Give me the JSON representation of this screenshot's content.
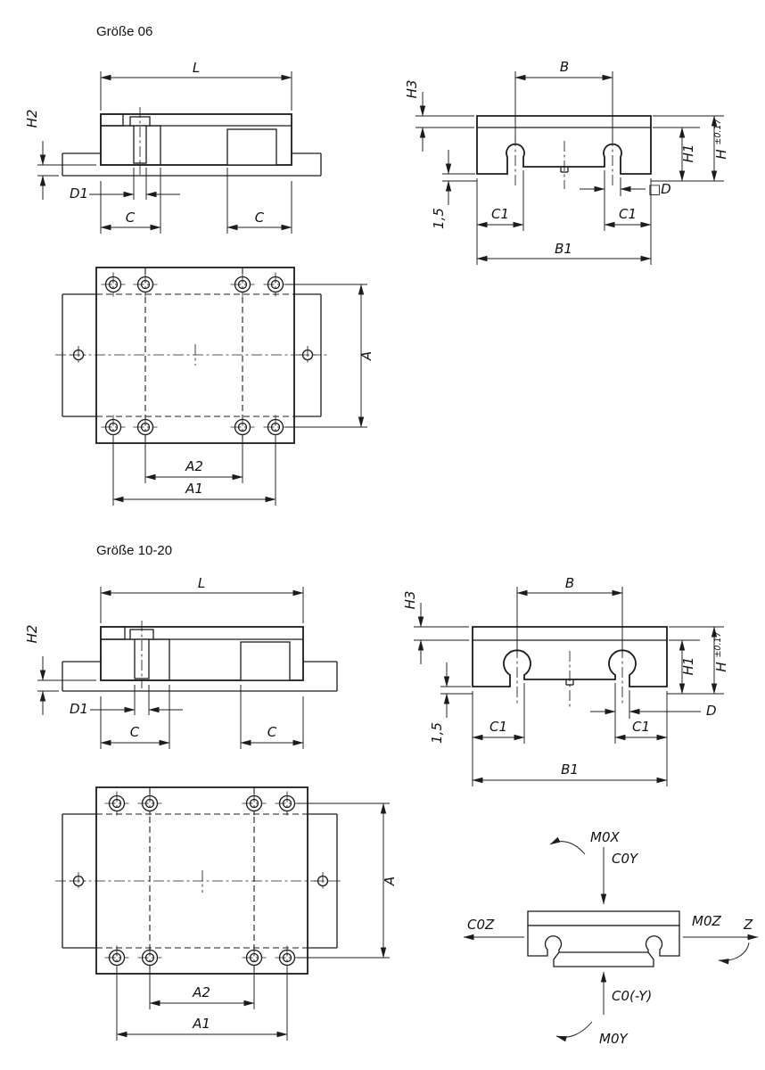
{
  "drawing": {
    "bg_color": "#ffffff",
    "line_color": "#1c1c1c"
  },
  "size06": {
    "title": "Größe 06",
    "side": {
      "L": "L",
      "H2": "H2",
      "D1": "D1",
      "C_left": "C",
      "C_right": "C"
    },
    "cross": {
      "B": "B",
      "H3": "H3",
      "H": "H",
      "H_tol": "±0.17",
      "H1": "H1",
      "clearance": "1,5",
      "C1_left": "C1",
      "C1_right": "C1",
      "D": "□D",
      "B1": "B1"
    },
    "top": {
      "A": "A",
      "A2": "A2",
      "A1": "A1"
    }
  },
  "size1020": {
    "title": "Größe 10-20",
    "side": {
      "L": "L",
      "H2": "H2",
      "D1": "D1",
      "C_left": "C",
      "C_right": "C"
    },
    "cross": {
      "B": "B",
      "H3": "H3",
      "H": "H",
      "H_tol": "±0.17",
      "H1": "H1",
      "clearance": "1,5",
      "C1_left": "C1",
      "C1_right": "C1",
      "D": "D",
      "B1": "B1"
    },
    "top": {
      "A": "A",
      "A2": "A2",
      "A1": "A1"
    }
  },
  "load_diagram": {
    "M0X": "M0X",
    "C0Y": "C0Y",
    "C0Z": "C0Z",
    "M0Z": "M0Z",
    "Z": "Z",
    "C0_negY": "C0(-Y)",
    "M0Y": "M0Y"
  }
}
